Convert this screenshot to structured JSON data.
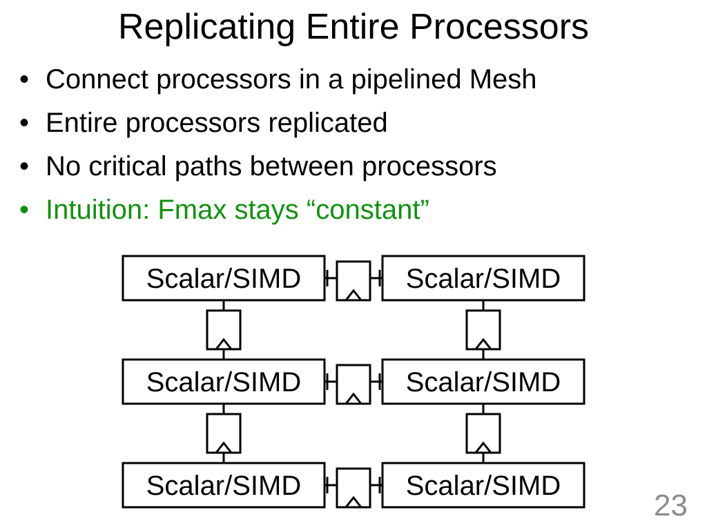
{
  "slide": {
    "title": "Replicating Entire Processors",
    "bullets": [
      {
        "text": "Connect processors in a pipelined Mesh",
        "highlight": false
      },
      {
        "text": "Entire processors replicated",
        "highlight": false
      },
      {
        "text": "No critical paths between processors",
        "highlight": false
      },
      {
        "text": "Intuition: Fmax stays “constant”",
        "highlight": true
      }
    ],
    "bullet_glyph": "•",
    "accent_color": "#138f13",
    "page_number": "23"
  },
  "diagram": {
    "rows": 3,
    "columns": 2,
    "processor_label": "Scalar/SIMD",
    "processors": [
      [
        "Scalar/SIMD",
        "Scalar/SIMD"
      ],
      [
        "Scalar/SIMD",
        "Scalar/SIMD"
      ],
      [
        "Scalar/SIMD",
        "Scalar/SIMD"
      ]
    ]
  }
}
